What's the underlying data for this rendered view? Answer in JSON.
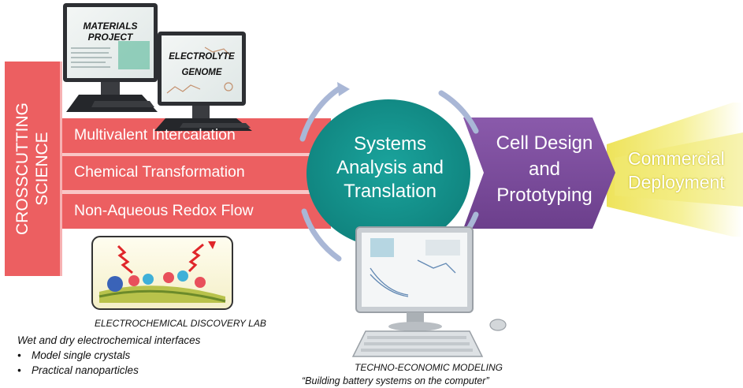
{
  "crosscutting": {
    "line1": "CROSSCUTTING",
    "line2": "SCIENCE"
  },
  "bands": [
    {
      "label": "Multivalent Intercalation"
    },
    {
      "label": "Chemical Transformation"
    },
    {
      "label": "Non-Aqueous Redox Flow"
    }
  ],
  "center": {
    "line1": "Systems",
    "line2": "Analysis and",
    "line3": "Translation"
  },
  "cell_design": {
    "line1": "Cell Design",
    "line2": "and",
    "line3": "Prototyping"
  },
  "commercial": {
    "line1": "Commercial",
    "line2": "Deployment"
  },
  "monitors": {
    "materials_project": {
      "line1": "MATERIALS",
      "line2": "PROJECT"
    },
    "electrolyte_genome": {
      "line1": "ELECTROLYTE",
      "line2": "GENOME"
    }
  },
  "lab": {
    "caption": "ELECTROCHEMICAL DISCOVERY LAB",
    "heading": "Wet and dry electrochemical interfaces",
    "bullet_glyph": "•",
    "items": [
      "Model single crystals",
      "Practical nanoparticles"
    ]
  },
  "techno": {
    "caption": "TECHNO-ECONOMIC MODELING",
    "quote": "“Building battery systems on the computer”"
  },
  "colors": {
    "band_red": "#ec5f61",
    "band_light": "#f7a3a4",
    "teal": "#159690",
    "purple": "#7a4b9a",
    "yellow": "#f4ee7d",
    "arc_blue": "#a9b7d6"
  }
}
